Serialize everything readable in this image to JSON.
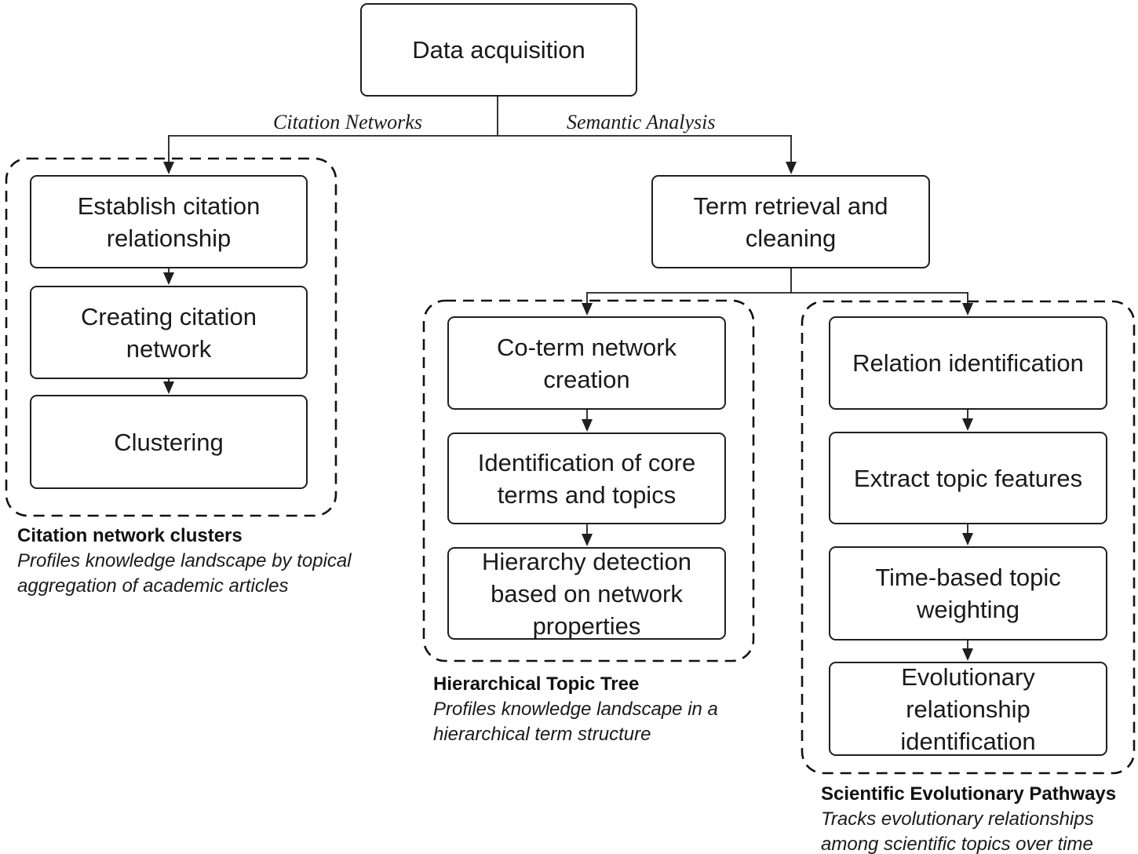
{
  "nodes": {
    "data_acquisition": "Data acquisition",
    "establish_citation": "Establish citation\nrelationship",
    "creating_network": "Creating citation\nnetwork",
    "clustering": "Clustering",
    "term_retrieval": "Term retrieval and\ncleaning",
    "coterm_creation": "Co-term network\ncreation",
    "core_terms": "Identification of core\nterms and topics",
    "hierarchy_detection": "Hierarchy detection\nbased on network\nproperties",
    "relation_identification": "Relation identification",
    "extract_features": "Extract topic features",
    "time_weighting": "Time-based topic\nweighting",
    "evolutionary_identification": "Evolutionary\nrelationship\nidentification"
  },
  "branch_labels": {
    "citation": "Citation Networks",
    "semantic": "Semantic Analysis"
  },
  "captions": {
    "citation_clusters": {
      "title": "Citation network clusters",
      "description": "Profiles knowledge landscape by topical\naggregation of academic articles"
    },
    "topic_tree": {
      "title": "Hierarchical Topic Tree",
      "description": "Profiles knowledge landscape in a\nhierarchical term structure"
    },
    "evolutionary_pathways": {
      "title": "Scientific Evolutionary Pathways",
      "description": "Tracks evolutionary relationships\namong scientific topics over time"
    }
  },
  "colors": {
    "stroke": "#1f1f1f",
    "dashed_border": "#111111",
    "text": "#1a1a1a",
    "background": "#ffffff"
  }
}
